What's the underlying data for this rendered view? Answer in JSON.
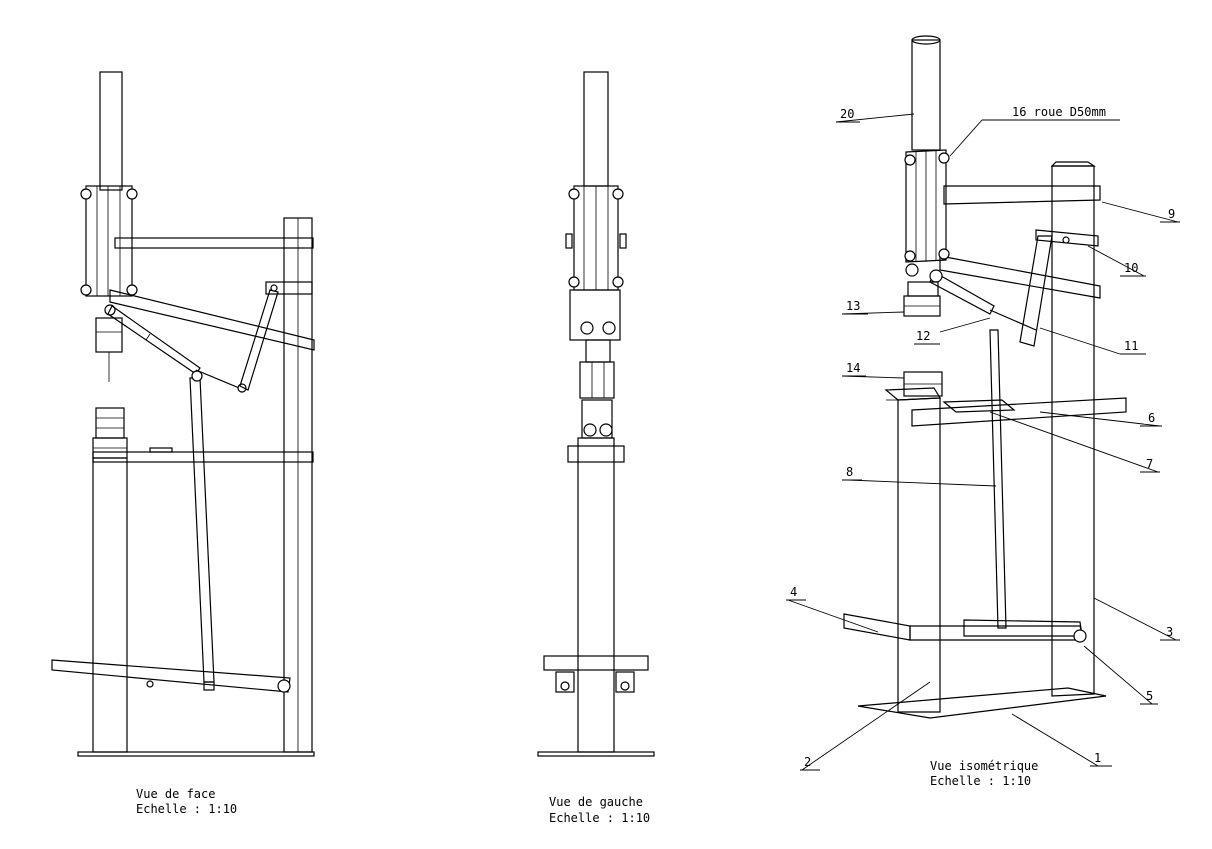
{
  "views": {
    "front": {
      "title": "Vue de face",
      "scale": "Echelle :  1:10"
    },
    "left": {
      "title": "Vue de gauche",
      "scale": "Echelle :  1:10"
    },
    "iso": {
      "title": "Vue isométrique",
      "scale": "Echelle :  1:10"
    }
  },
  "labels": {
    "l1": "1",
    "l2": "2",
    "l3": "3",
    "l4": "4",
    "l5": "5",
    "l6": "6",
    "l7": "7",
    "l8": "8",
    "l9": "9",
    "l10": "10",
    "l11": "11",
    "l12": "12",
    "l13": "13",
    "l14": "14",
    "l16": "16 roue D50mm",
    "l20": "20"
  }
}
